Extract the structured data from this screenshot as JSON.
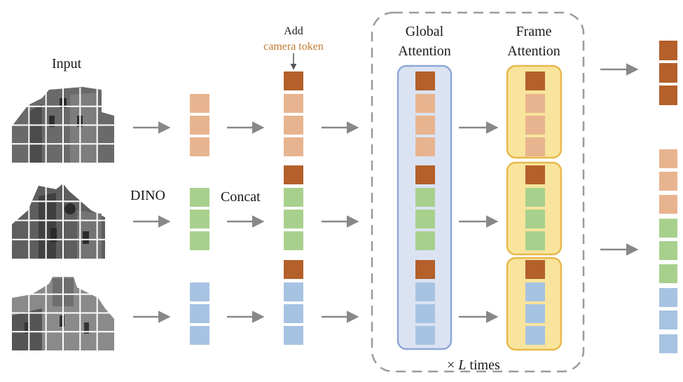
{
  "labels": {
    "input": "Input",
    "dino": "DINO",
    "concat": "Concat",
    "add": "Add",
    "camera_token": "camera token",
    "global_attention_line1": "Global",
    "global_attention_line2": "Attention",
    "frame_attention_line1": "Frame",
    "frame_attention_line2": "Attention",
    "times_cross": "×",
    "times_L": "L",
    "times_word": "times"
  },
  "colors": {
    "camera_token": "#b3602a",
    "frame1_tokens": "#e8b48f",
    "frame2_tokens": "#a8d08d",
    "frame3_tokens": "#a7c3e2",
    "arrow": "#888888",
    "global_box_fill": "#dbe3f3",
    "global_box_stroke": "#8fa7d8",
    "frame_box_fill": "#f8e49c",
    "frame_box_stroke": "#e8b84a",
    "dashed_border": "#9a9a9a",
    "label_accent": "#c0782e"
  },
  "rows": [
    {
      "name": "frame-1",
      "token_color": "#e8b48f",
      "image": "cathedral-view-1"
    },
    {
      "name": "frame-2",
      "token_color": "#a8d08d",
      "image": "cathedral-view-2"
    },
    {
      "name": "frame-3",
      "token_color": "#a7c3e2",
      "image": "cathedral-view-3"
    }
  ]
}
